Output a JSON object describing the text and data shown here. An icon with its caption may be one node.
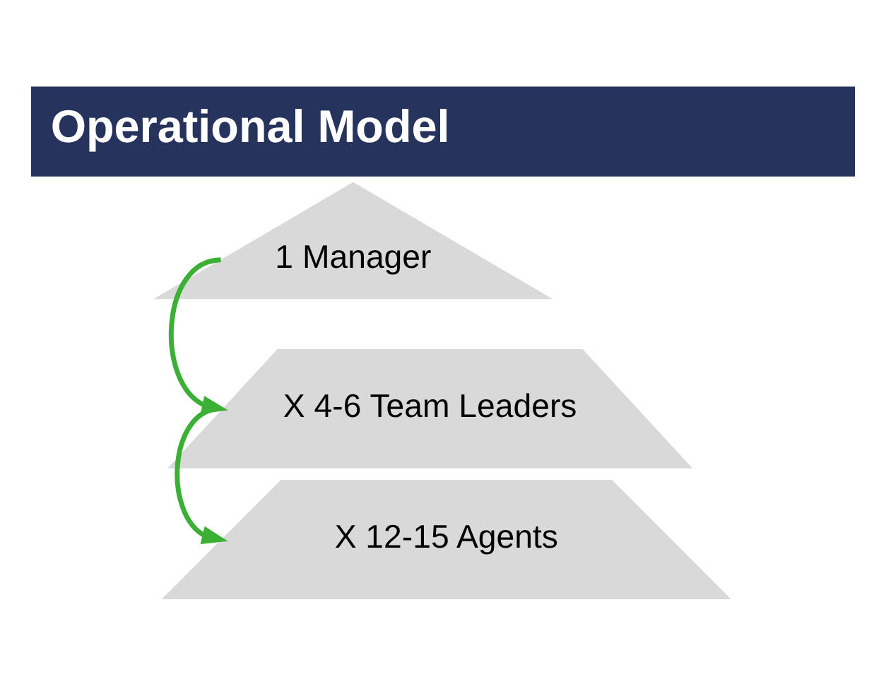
{
  "diagram": {
    "title": "Operational Model",
    "nodes": [
      {
        "text": [
          "1 Manager"
        ]
      },
      {
        "text": [
          "X 4-6 Team Leaders"
        ]
      },
      {
        "text": [
          "X 12-15 Agents"
        ]
      }
    ],
    "edges": [
      {
        "from": 0,
        "to": 1,
        "arrow": "to"
      },
      {
        "from": 1,
        "to": 2,
        "arrow": "to"
      }
    ]
  }
}
